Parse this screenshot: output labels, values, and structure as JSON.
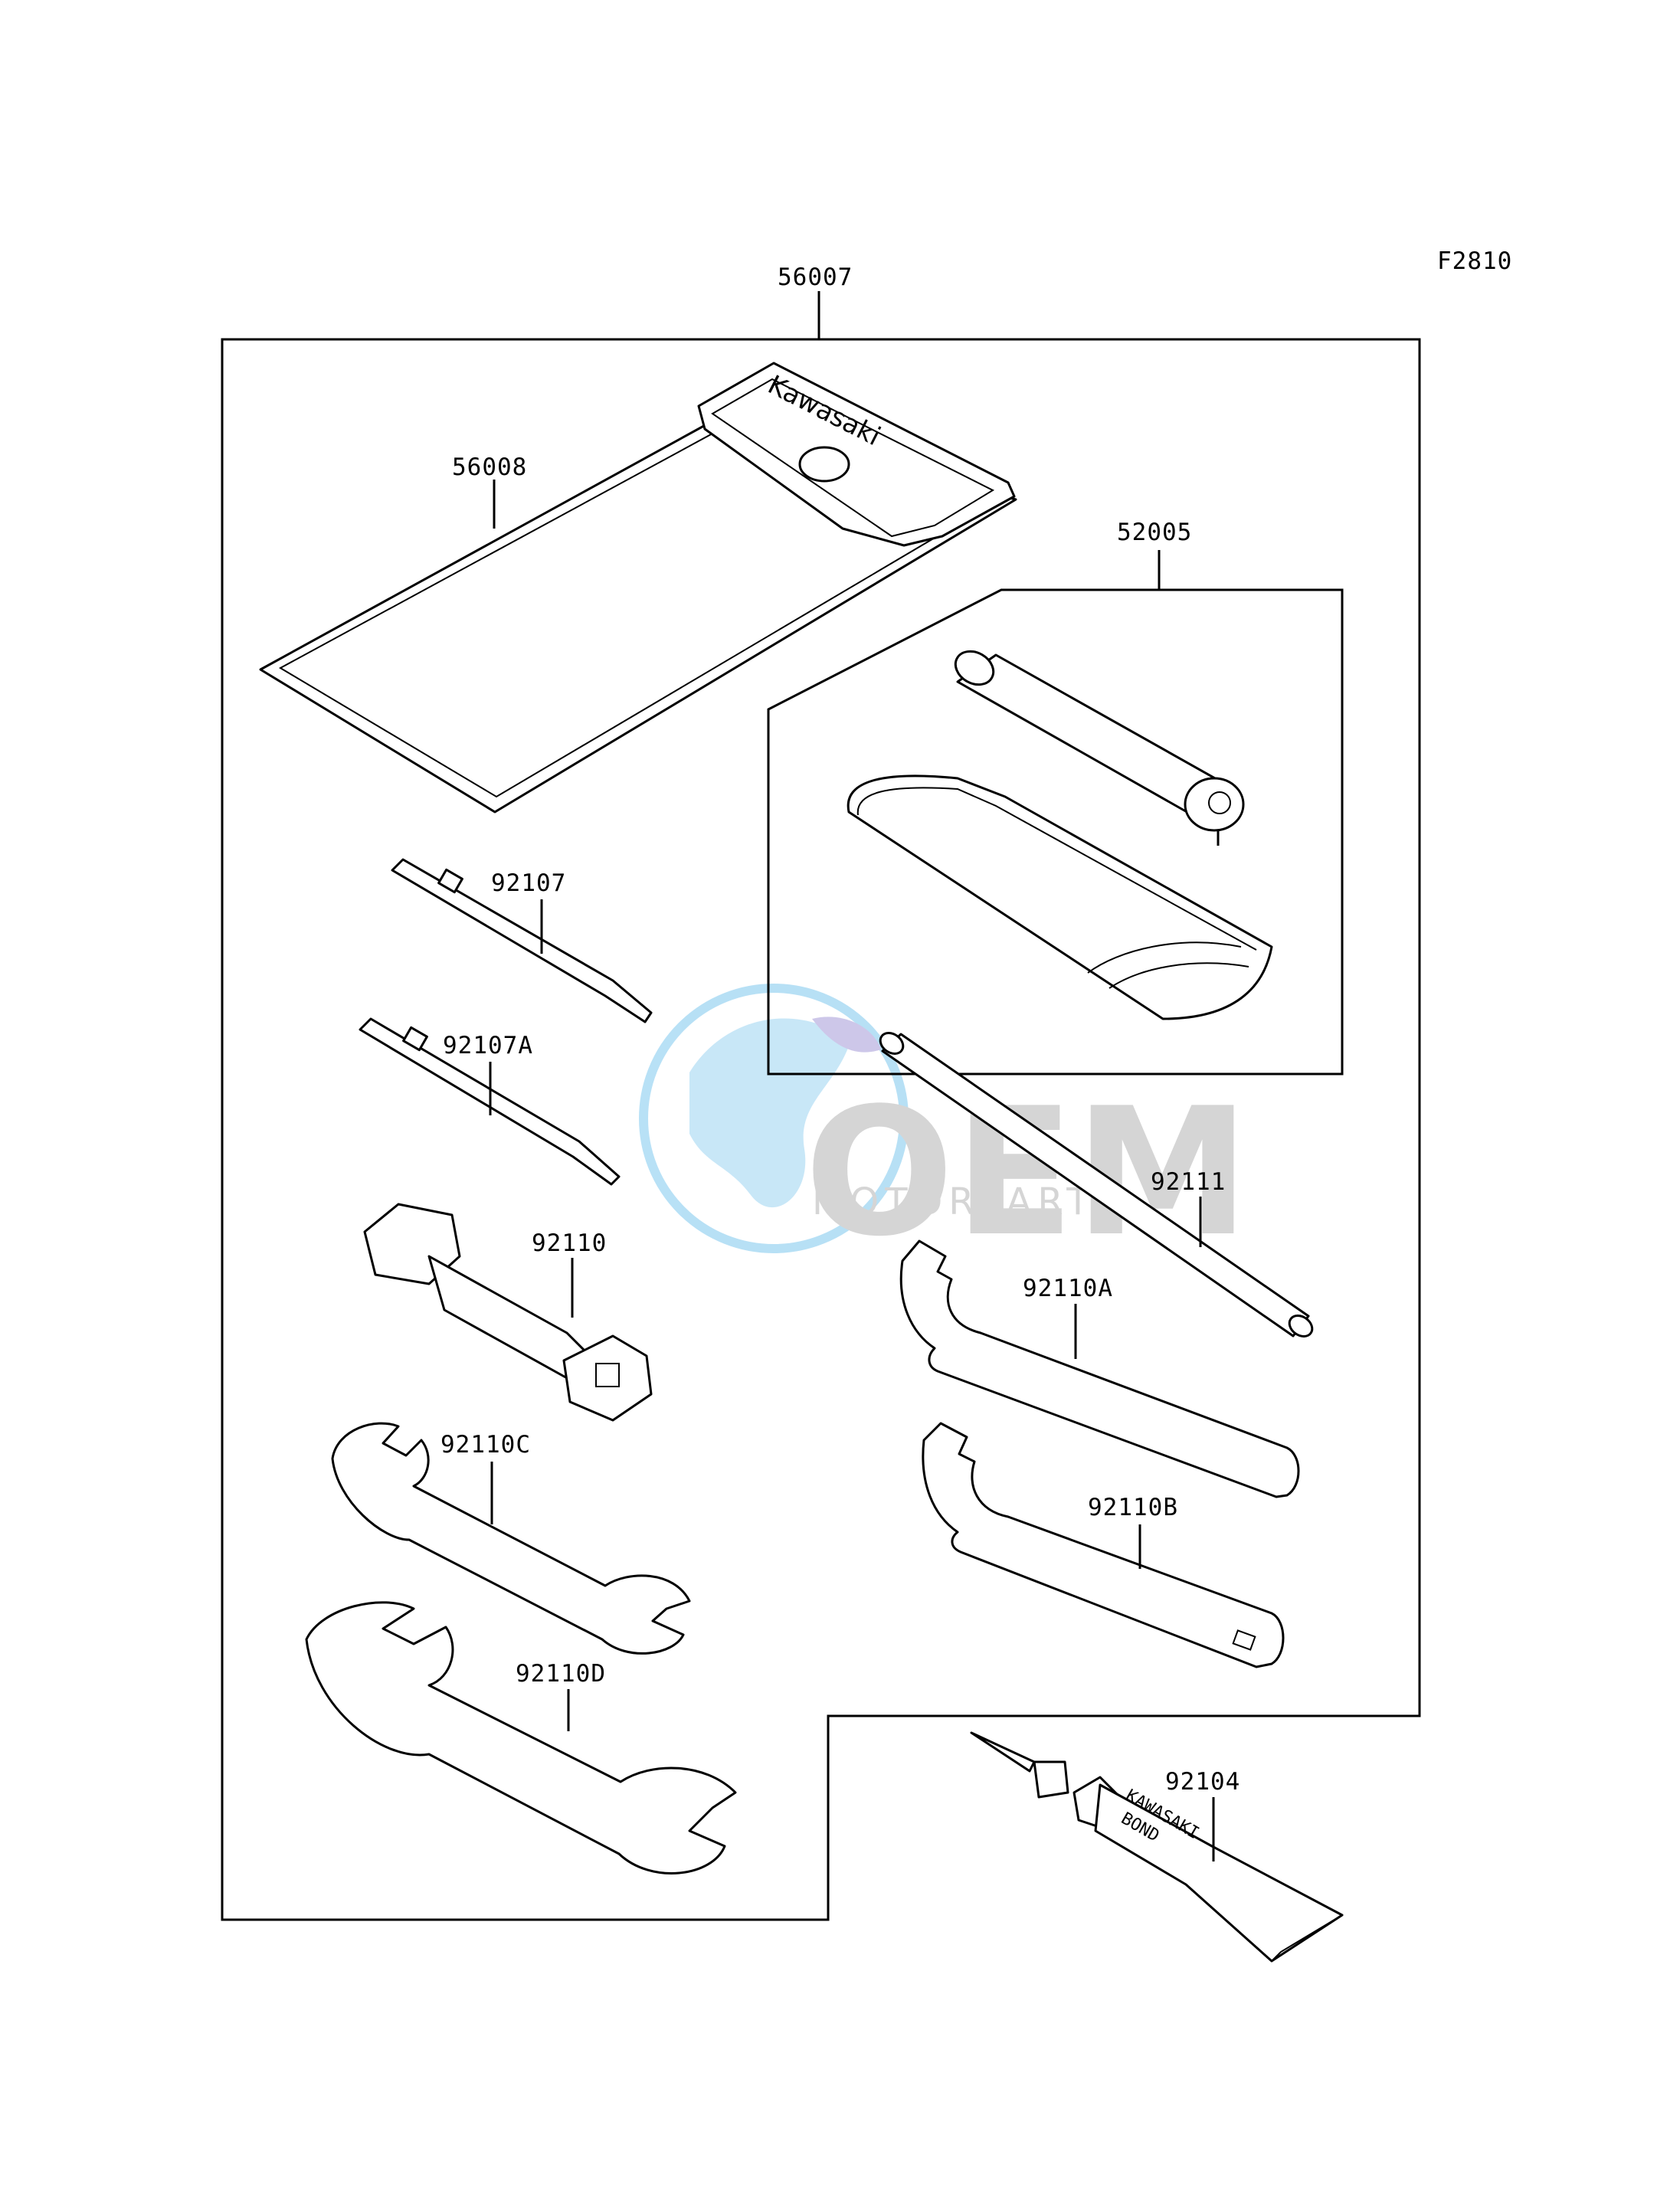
{
  "figure_id": "F2810",
  "parts": {
    "kit": "56007",
    "pouch": "56008",
    "pouch_brand": "Kawasaki",
    "tire_kit": "52005",
    "driver_bit": "92107",
    "driver_bit_a": "92107A",
    "socket_wrench": "92110",
    "wrench_c": "92110C",
    "wrench_d": "92110D",
    "bar": "92111",
    "hook_wrench_a": "92110A",
    "hook_wrench_b": "92110B",
    "bond": "92104"
  },
  "bond_text": {
    "line1": "KAWASAKI",
    "line2": "BOND"
  },
  "watermark": {
    "brand": "OEM",
    "subtitle": "MOTORPARTS"
  },
  "colors": {
    "line": "#000000",
    "watermark_blue": "#7ec8ee",
    "watermark_grey": "#b4b4b4"
  }
}
